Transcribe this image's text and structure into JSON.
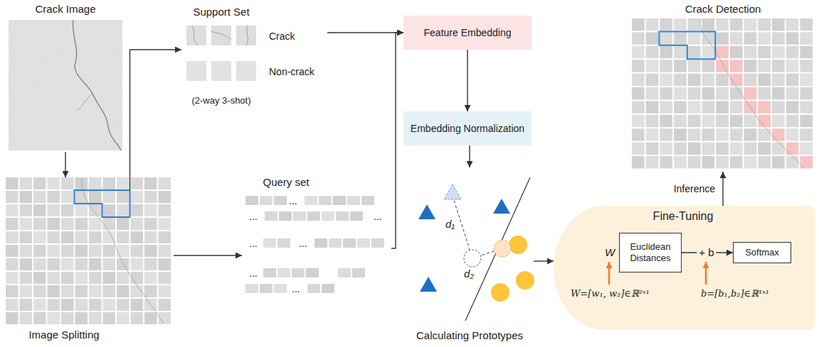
{
  "diagram": {
    "nodes": [
      {
        "text": [
          "Crack Image"
        ]
      },
      {
        "text": [
          "Image Splitting"
        ]
      },
      {
        "text": [
          "Support Set",
          "Crack",
          "Non-crack",
          "(2-way 3-shot)"
        ]
      },
      {
        "text": [
          "Query set"
        ]
      },
      {
        "text": [
          "Feature Embedding"
        ]
      },
      {
        "text": [
          "Embedding Normalization"
        ]
      },
      {
        "text": [
          "Calculating Prototypes"
        ]
      },
      {
        "text": [
          "Fine-Tuning"
        ]
      },
      {
        "text": [
          "Euclidean Distances"
        ],
        "in": 7
      },
      {
        "text": [
          "Softmax"
        ],
        "in": 7
      },
      {
        "text": [
          "Crack Detection"
        ]
      }
    ],
    "edges": [
      {
        "from": 0,
        "to": 1,
        "arrow": "to"
      },
      {
        "from": 1,
        "to": 2,
        "arrow": "to"
      },
      {
        "from": 1,
        "to": 3,
        "arrow": "to"
      },
      {
        "from": 2,
        "to": 4,
        "arrow": "to"
      },
      {
        "from": 3,
        "to": 4,
        "arrow": "to"
      },
      {
        "from": 4,
        "to": 5,
        "arrow": "to"
      },
      {
        "from": 5,
        "to": 6,
        "arrow": "to"
      },
      {
        "from": 6,
        "to": 7,
        "arrow": "to"
      },
      {
        "from": 7,
        "to": 10,
        "label": "Inference",
        "arrow": "to"
      },
      {
        "from": 8,
        "to": 9,
        "label": "+ b",
        "arrow": "to"
      }
    ],
    "labels": [
      "d₁",
      "d₂",
      "W",
      "W=[w₁, w₂]∈ℝ²ˣ¹",
      "b=[b₁,b₂]∈ℝ¹ˣ¹",
      "...",
      "...",
      "...",
      "...",
      "...",
      "...",
      "..."
    ]
  }
}
